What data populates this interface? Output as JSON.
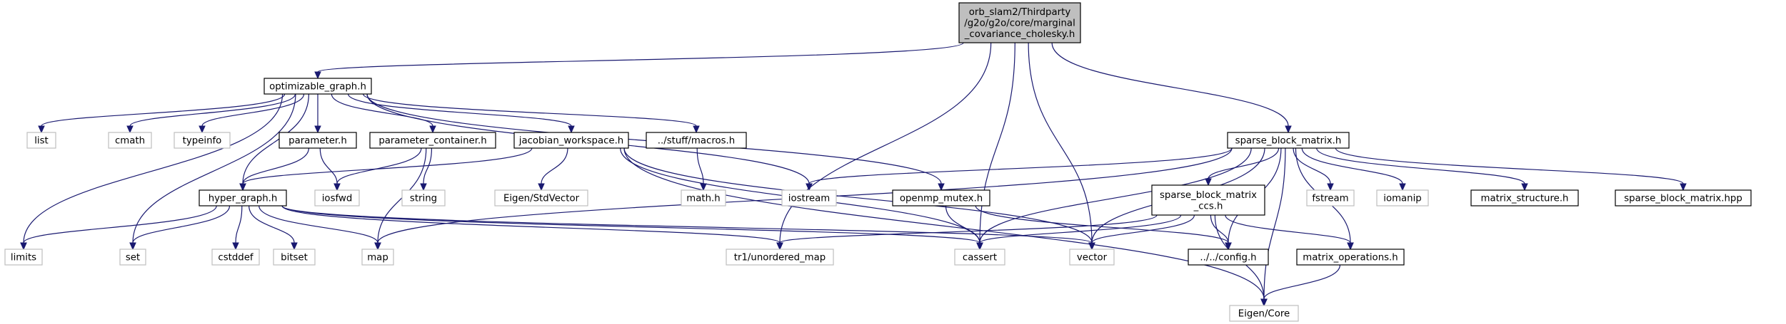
{
  "diagram": {
    "nodes": [
      {
        "id": "root",
        "lines": [
          "orb_slam2/Thirdparty",
          "/g2o/g2o/core/marginal",
          "_covariance_cholesky.h"
        ],
        "kind": "root"
      },
      {
        "id": "optimizable_graph",
        "lines": [
          "optimizable_graph.h"
        ],
        "kind": "internal"
      },
      {
        "id": "sparse_block_matrix",
        "lines": [
          "sparse_block_matrix.h"
        ],
        "kind": "internal"
      },
      {
        "id": "list",
        "lines": [
          "list"
        ],
        "kind": "external"
      },
      {
        "id": "cmath",
        "lines": [
          "cmath"
        ],
        "kind": "external"
      },
      {
        "id": "typeinfo",
        "lines": [
          "typeinfo"
        ],
        "kind": "external"
      },
      {
        "id": "parameter",
        "lines": [
          "parameter.h"
        ],
        "kind": "internal"
      },
      {
        "id": "parameter_container",
        "lines": [
          "parameter_container.h"
        ],
        "kind": "internal"
      },
      {
        "id": "jacobian_workspace",
        "lines": [
          "jacobian_workspace.h"
        ],
        "kind": "internal"
      },
      {
        "id": "macros",
        "lines": [
          "../stuff/macros.h"
        ],
        "kind": "internal"
      },
      {
        "id": "hyper_graph",
        "lines": [
          "hyper_graph.h"
        ],
        "kind": "internal"
      },
      {
        "id": "iosfwd",
        "lines": [
          "iosfwd"
        ],
        "kind": "external"
      },
      {
        "id": "string",
        "lines": [
          "string"
        ],
        "kind": "external"
      },
      {
        "id": "eigen_stdvector",
        "lines": [
          "Eigen/StdVector"
        ],
        "kind": "external"
      },
      {
        "id": "math_h",
        "lines": [
          "math.h"
        ],
        "kind": "external"
      },
      {
        "id": "iostream",
        "lines": [
          "iostream"
        ],
        "kind": "external"
      },
      {
        "id": "openmp_mutex",
        "lines": [
          "openmp_mutex.h"
        ],
        "kind": "internal"
      },
      {
        "id": "sparse_block_matrix_ccs",
        "lines": [
          "sparse_block_matrix",
          "_ccs.h"
        ],
        "kind": "internal"
      },
      {
        "id": "fstream",
        "lines": [
          "fstream"
        ],
        "kind": "external"
      },
      {
        "id": "iomanip",
        "lines": [
          "iomanip"
        ],
        "kind": "external"
      },
      {
        "id": "matrix_structure",
        "lines": [
          "matrix_structure.h"
        ],
        "kind": "internal"
      },
      {
        "id": "sparse_block_matrix_hpp",
        "lines": [
          "sparse_block_matrix.hpp"
        ],
        "kind": "internal"
      },
      {
        "id": "limits",
        "lines": [
          "limits"
        ],
        "kind": "external"
      },
      {
        "id": "set",
        "lines": [
          "set"
        ],
        "kind": "external"
      },
      {
        "id": "cstddef",
        "lines": [
          "cstddef"
        ],
        "kind": "external"
      },
      {
        "id": "bitset",
        "lines": [
          "bitset"
        ],
        "kind": "external"
      },
      {
        "id": "map",
        "lines": [
          "map"
        ],
        "kind": "external"
      },
      {
        "id": "tr1_unordered_map",
        "lines": [
          "tr1/unordered_map"
        ],
        "kind": "external"
      },
      {
        "id": "cassert",
        "lines": [
          "cassert"
        ],
        "kind": "external"
      },
      {
        "id": "vector",
        "lines": [
          "vector"
        ],
        "kind": "external"
      },
      {
        "id": "config",
        "lines": [
          "../../config.h"
        ],
        "kind": "internal"
      },
      {
        "id": "matrix_operations",
        "lines": [
          "matrix_operations.h"
        ],
        "kind": "internal"
      },
      {
        "id": "eigen_core",
        "lines": [
          "Eigen/Core"
        ],
        "kind": "external"
      }
    ],
    "edges": [
      [
        "root",
        "optimizable_graph"
      ],
      [
        "root",
        "tr1_unordered_map"
      ],
      [
        "root",
        "cassert"
      ],
      [
        "root",
        "vector"
      ],
      [
        "root",
        "sparse_block_matrix"
      ],
      [
        "optimizable_graph",
        "limits"
      ],
      [
        "optimizable_graph",
        "list"
      ],
      [
        "optimizable_graph",
        "set"
      ],
      [
        "optimizable_graph",
        "cmath"
      ],
      [
        "optimizable_graph",
        "typeinfo"
      ],
      [
        "optimizable_graph",
        "hyper_graph"
      ],
      [
        "optimizable_graph",
        "parameter"
      ],
      [
        "optimizable_graph",
        "parameter_container"
      ],
      [
        "optimizable_graph",
        "jacobian_workspace"
      ],
      [
        "optimizable_graph",
        "macros"
      ],
      [
        "optimizable_graph",
        "iostream"
      ],
      [
        "optimizable_graph",
        "openmp_mutex"
      ],
      [
        "parameter",
        "hyper_graph"
      ],
      [
        "parameter",
        "iosfwd"
      ],
      [
        "parameter_container",
        "iosfwd"
      ],
      [
        "parameter_container",
        "map"
      ],
      [
        "parameter_container",
        "string"
      ],
      [
        "jacobian_workspace",
        "hyper_graph"
      ],
      [
        "jacobian_workspace",
        "eigen_stdvector"
      ],
      [
        "jacobian_workspace",
        "cassert"
      ],
      [
        "jacobian_workspace",
        "vector"
      ],
      [
        "jacobian_workspace",
        "eigen_core"
      ],
      [
        "macros",
        "math_h"
      ],
      [
        "hyper_graph",
        "limits"
      ],
      [
        "hyper_graph",
        "set"
      ],
      [
        "hyper_graph",
        "cstddef"
      ],
      [
        "hyper_graph",
        "bitset"
      ],
      [
        "hyper_graph",
        "map"
      ],
      [
        "hyper_graph",
        "tr1_unordered_map"
      ],
      [
        "hyper_graph",
        "cassert"
      ],
      [
        "hyper_graph",
        "vector"
      ],
      [
        "openmp_mutex",
        "cassert"
      ],
      [
        "openmp_mutex",
        "config"
      ],
      [
        "sparse_block_matrix",
        "iostream"
      ],
      [
        "sparse_block_matrix",
        "map"
      ],
      [
        "sparse_block_matrix",
        "cassert"
      ],
      [
        "sparse_block_matrix",
        "vector"
      ],
      [
        "sparse_block_matrix",
        "sparse_block_matrix_ccs"
      ],
      [
        "sparse_block_matrix",
        "config"
      ],
      [
        "sparse_block_matrix",
        "fstream"
      ],
      [
        "sparse_block_matrix",
        "iomanip"
      ],
      [
        "sparse_block_matrix",
        "matrix_operations"
      ],
      [
        "sparse_block_matrix",
        "matrix_structure"
      ],
      [
        "sparse_block_matrix",
        "sparse_block_matrix_hpp"
      ],
      [
        "sparse_block_matrix",
        "eigen_core"
      ],
      [
        "sparse_block_matrix_ccs",
        "tr1_unordered_map"
      ],
      [
        "sparse_block_matrix_ccs",
        "cassert"
      ],
      [
        "sparse_block_matrix_ccs",
        "vector"
      ],
      [
        "sparse_block_matrix_ccs",
        "config"
      ],
      [
        "sparse_block_matrix_ccs",
        "matrix_operations"
      ],
      [
        "sparse_block_matrix_ccs",
        "eigen_core"
      ],
      [
        "matrix_operations",
        "eigen_core"
      ]
    ]
  }
}
